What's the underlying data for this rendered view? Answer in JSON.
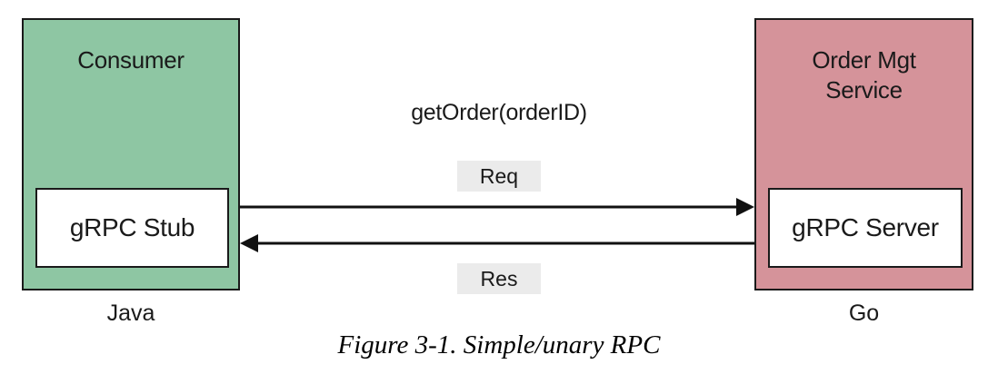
{
  "colors": {
    "consumer_fill": "#8ec6a3",
    "service_fill": "#d5939a",
    "box_border": "#1a1a1a",
    "label_bg": "#ebebeb",
    "arrow": "#111111",
    "text": "#1a1a1a"
  },
  "consumer": {
    "title": "Consumer",
    "component": "gRPC Stub",
    "language": "Java"
  },
  "service": {
    "title_line1": "Order Mgt",
    "title_line2": "Service",
    "component": "gRPC Server",
    "language": "Go"
  },
  "interaction": {
    "method": "getOrder(orderID)",
    "request": "Req",
    "response": "Res"
  },
  "caption": "Figure 3-1. Simple/unary RPC"
}
